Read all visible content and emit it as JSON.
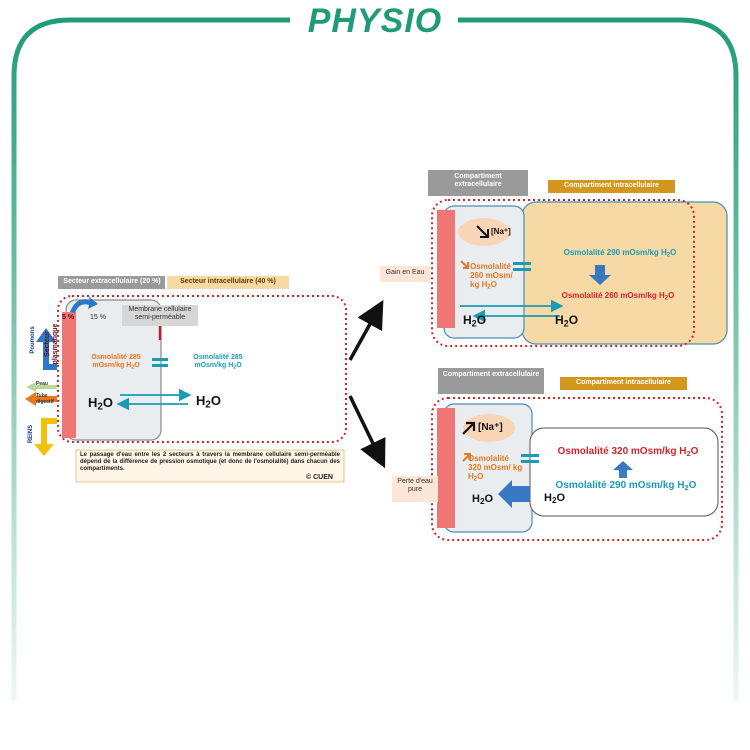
{
  "title": "PHYSIO",
  "colors": {
    "frame": "#1f9c77",
    "dotted": "#d0242b",
    "plasma": "#f07575",
    "extra_grey": "#9a9a9a",
    "intra_tan": "#f7d9a6",
    "intra_gold": "#d3971e",
    "teal": "#1a9bb4",
    "orange": "#e8771e",
    "red_text": "#d0242b",
    "blue_arrow": "#3a78c4"
  },
  "left": {
    "header_extra": "Secteur extracellulaire (20 %)",
    "header_intra": "Secteur intracellulaire (40 %)",
    "plasma_label": "Secteur plasmatique",
    "pct_5": "5 %",
    "pct_15": "15 %",
    "membrane_label": "Membrane cellulaire semi-perméable",
    "osmo_extra": "Osmolalité 285 mOsm/kg H2O",
    "osmo_intra": "Osmolalité 285 mOsm/kg H2O",
    "h2o_left": "H2O",
    "h2o_right": "H2O",
    "poumons": "Poumons",
    "peau": "Peau",
    "tube": "Tube digestif",
    "reins": "REINS",
    "caption": "Le passage d'eau entre les 2 secteurs à travers la membrane cellulaire semi-perméable dépend de la différence de pression osmotique (et donc de l'osmolalité) dans chacun des compartiments.",
    "copyright": "© CUEN"
  },
  "top": {
    "header_extra": "Compartiment extracellulaire",
    "header_intra": "Compartiment intracellulaire",
    "side_label": "Gain en Eau",
    "na": "[Na⁺]",
    "osmo_extra": "Osmolalité 260 mOsm/ kg H2O",
    "osmo_intra_before": "Osmolalité 290 mOsm/kg H2O",
    "osmo_intra_after": "Osmolalité 260 mOsm/kg H2O",
    "h2o_left": "H2O",
    "h2o_right": "H2O"
  },
  "bottom": {
    "header_extra": "Compartiment extracellulaire",
    "header_intra": "Compartiment intracellulaire",
    "side_label": "Perte d'eau pure",
    "na": "[Na⁺]",
    "osmo_extra": "Osmolalité 320 mOsm/ kg H2O",
    "osmo_intra_after": "Osmolalité 320 mOsm/kg H2O",
    "osmo_intra_before": "Osmolalité 290 mOsm/kg H2O",
    "h2o_left": "H2O",
    "h2o_right": "H2O"
  }
}
